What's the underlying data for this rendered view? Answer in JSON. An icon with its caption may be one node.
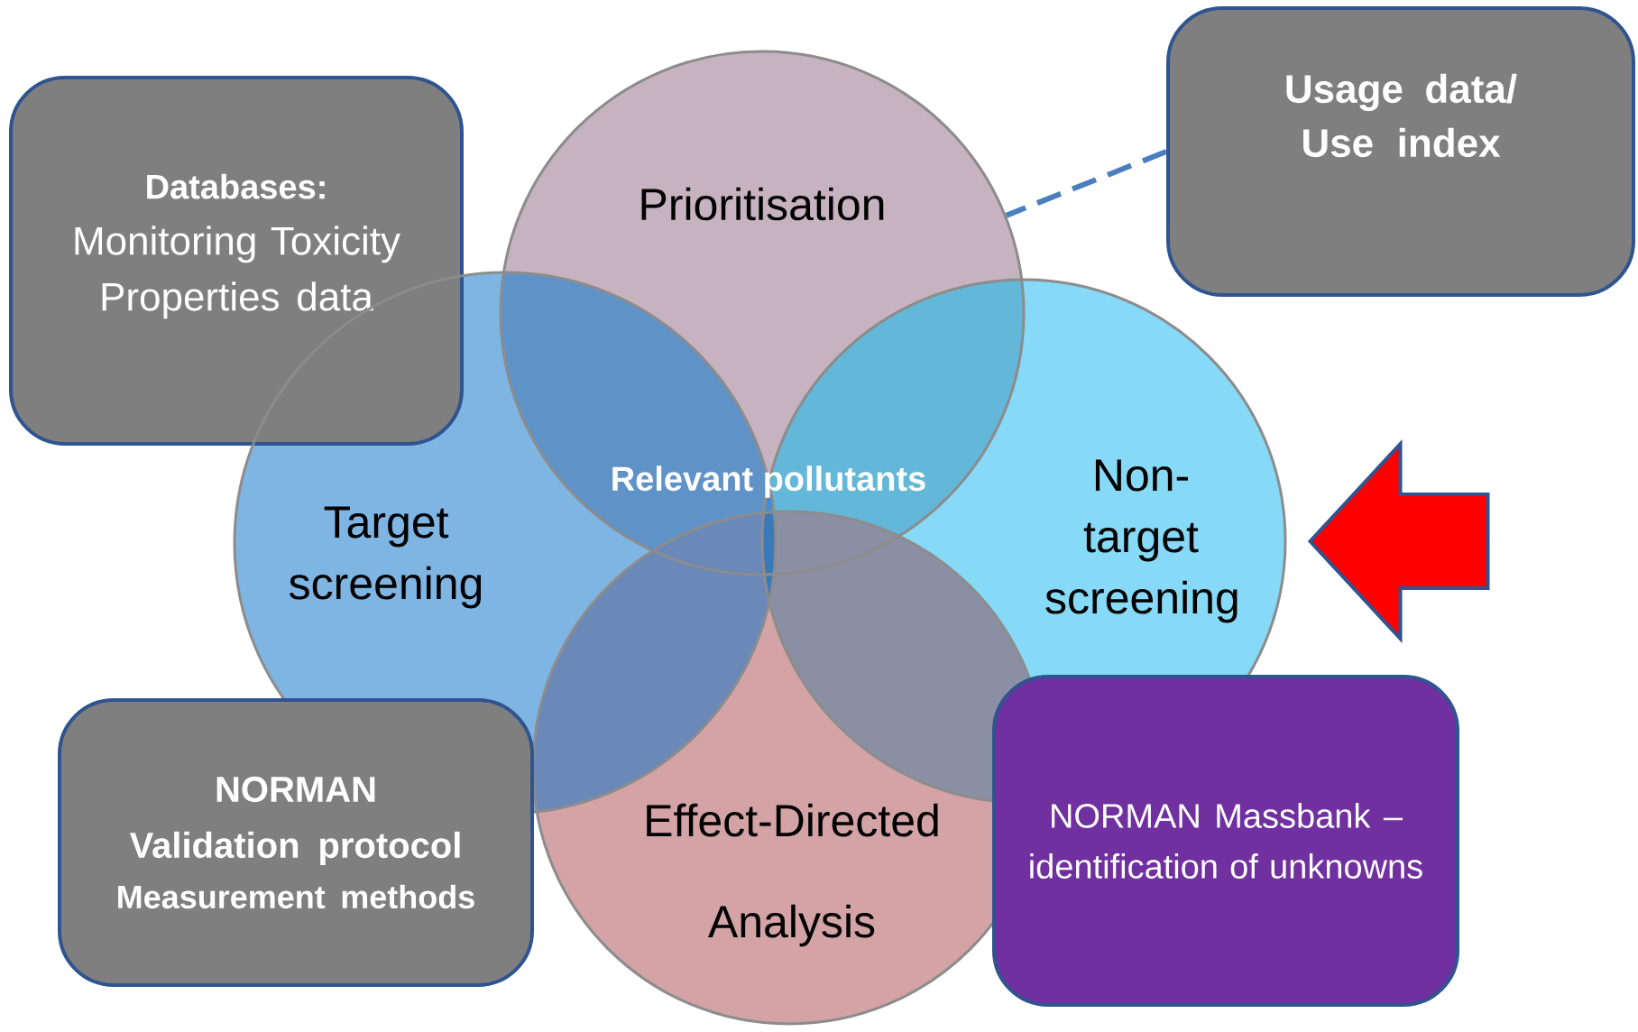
{
  "diagram": {
    "nodes": [
      {
        "text": [
          "Databases:",
          "Monitoring Toxicity Properties data"
        ]
      },
      {
        "text": [
          "Prioritisation"
        ]
      },
      {
        "text": [
          "Usage data/ Use index"
        ]
      },
      {
        "text": [
          "Target screening"
        ]
      },
      {
        "text": [
          "Non-target screening"
        ]
      },
      {
        "text": [
          "Effect-Directed Analysis"
        ]
      },
      {
        "text": [
          "NORMAN Validation protocol",
          "Measurement methods"
        ]
      },
      {
        "text": [
          "NORMAN Massbank – identification of unknowns"
        ]
      }
    ],
    "edges": [
      {
        "from": 2,
        "to": 1,
        "arrow": "none",
        "style": "dashed",
        "color": "#4a7ebf"
      },
      {
        "from": null,
        "to": 4,
        "arrow": "to",
        "style": "thick",
        "color": "#ff0000"
      }
    ],
    "labels": [
      "Relevant pollutants"
    ]
  }
}
